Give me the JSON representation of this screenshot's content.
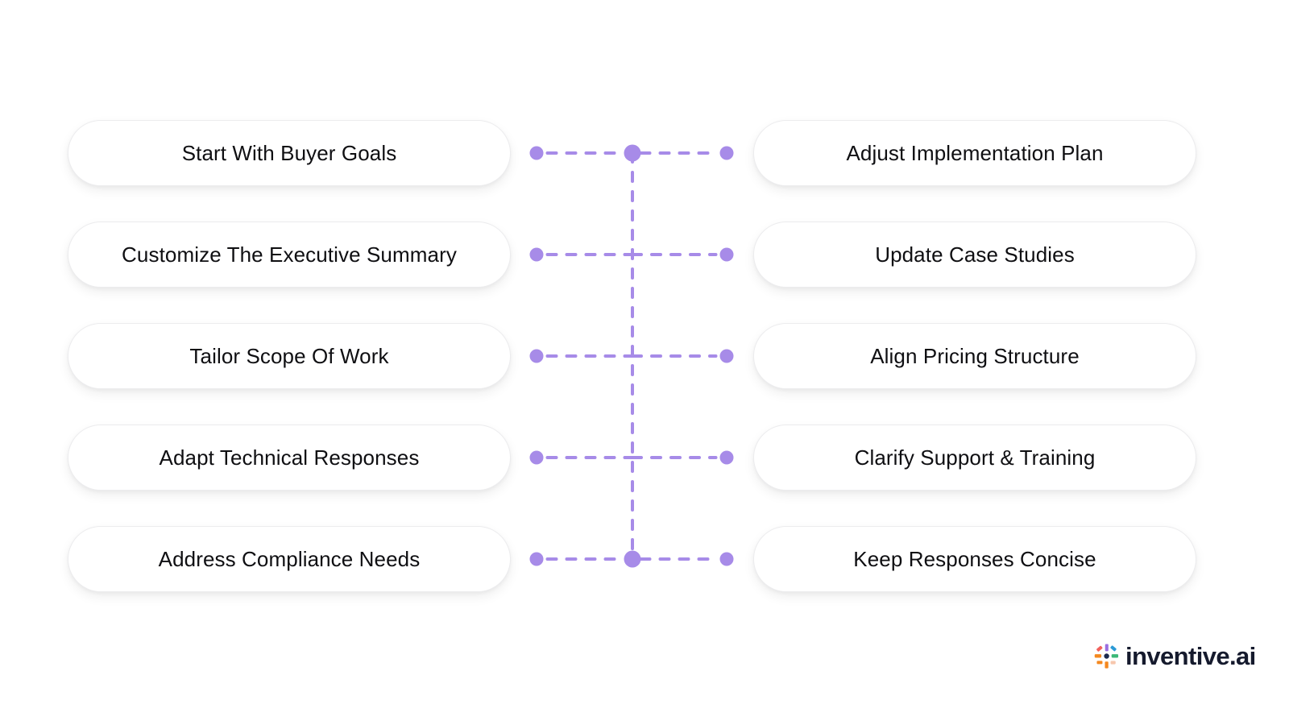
{
  "diagram": {
    "type": "paired-checklist-connector",
    "rows": [
      {
        "left": "Start With Buyer Goals",
        "right": "Adjust Implementation Plan"
      },
      {
        "left": "Customize The Executive Summary",
        "right": "Update Case Studies"
      },
      {
        "left": "Tailor Scope Of Work",
        "right": "Align Pricing Structure"
      },
      {
        "left": "Adapt Technical Responses",
        "right": "Clarify Support & Training"
      },
      {
        "left": "Address Compliance Needs",
        "right": "Keep Responses Concise"
      }
    ]
  },
  "colors": {
    "connector_purple": "#a78be8",
    "pill_background": "#ffffff",
    "pill_border": "#ececee",
    "text_primary": "#0f0f12",
    "brand_text": "#151a2d",
    "canvas": "#ffffff",
    "logo_orange": "#f4881f",
    "logo_red": "#f2615c",
    "logo_purple": "#9b6fe0",
    "logo_blue": "#2b9ad6",
    "logo_green": "#3cb878",
    "logo_navy": "#1d2b4f",
    "logo_peach": "#f7c7ad"
  },
  "brand": {
    "wordmark": "inventive.ai",
    "mark_name": "inventive-pinwheel-mark"
  }
}
